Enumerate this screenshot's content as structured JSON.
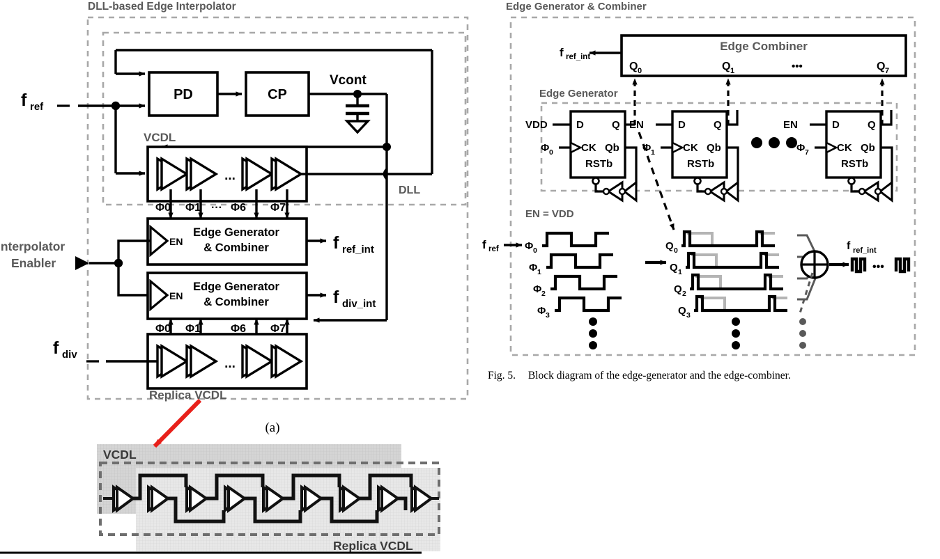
{
  "figure": {
    "caption_number": "Fig. 5.",
    "caption_text": "Block diagram of the edge-generator and the edge-combiner.",
    "subfigure_label": "(a)"
  },
  "left_panel": {
    "outer_box_label": "DLL-based Edge Interpolator",
    "inner_box_label": "DLL",
    "blocks": {
      "pd": "PD",
      "cp": "CP",
      "vcont": "Vcont",
      "vcdl": "VCDL",
      "replica_vcdl": "Replica VCDL",
      "edge_gen_top": "Edge Generator\n& Combiner",
      "edge_gen_top_line1": "Edge Generator",
      "edge_gen_top_line2": "& Combiner",
      "edge_gen_bot_line1": "Edge Generator",
      "edge_gen_bot_line2": "& Combiner",
      "en_top": "EN",
      "en_bot": "EN"
    },
    "signals": {
      "f_ref": "f",
      "f_ref_sub": "ref",
      "f_div": "f",
      "f_div_sub": "div",
      "f_ref_int": "f",
      "f_ref_int_sub": "ref_int",
      "f_div_int": "f",
      "f_div_int_sub": "div_int",
      "enabler_line1": "Interpolator",
      "enabler_line2": "Enabler"
    },
    "phase_taps_top": [
      "Φ0",
      "Φ1",
      "···",
      "Φ6",
      "Φ7"
    ],
    "phase_taps_bottom": [
      "Φ0",
      "Φ1",
      "···",
      "Φ6",
      "Φ7"
    ],
    "ellipsis": "..."
  },
  "layout_photo": {
    "label_vcdl": "VCDL",
    "label_replica": "Replica VCDL",
    "arrow_color": "#e8201a",
    "num_inverters": 9
  },
  "right_panel": {
    "outer_box_label": "Edge Generator & Combiner",
    "inner_box_label": "Edge Generator",
    "combiner_title": "Edge Combiner",
    "combiner_outputs": [
      "Q",
      "Q",
      "Q"
    ],
    "combiner_output_labels": [
      {
        "base": "Q",
        "sub": "0"
      },
      {
        "base": "Q",
        "sub": "1"
      },
      {
        "base": "Q",
        "sub": "7"
      }
    ],
    "combiner_ellipsis": "•••",
    "f_ref_int": "f",
    "f_ref_int_sub": "ref_int",
    "flipflops": [
      {
        "d_input": "VDD",
        "clk": "Φ",
        "clk_sub": "0",
        "pins": [
          "D",
          "Q",
          "CK",
          "Qb",
          "RSTb"
        ]
      },
      {
        "d_input": "EN",
        "clk": "Φ",
        "clk_sub": "1",
        "pins": [
          "D",
          "Q",
          "CK",
          "Qb",
          "RSTb"
        ]
      },
      {
        "d_input": "EN",
        "clk": "Φ",
        "clk_sub": "7",
        "pins": [
          "D",
          "Q",
          "CK",
          "Qb",
          "RSTb"
        ]
      }
    ],
    "ff_ellipsis": "•••",
    "timing": {
      "en_note": "EN = VDD",
      "f_ref": "f",
      "f_ref_sub": "ref",
      "phi_labels": [
        {
          "base": "Φ",
          "sub": "0"
        },
        {
          "base": "Φ",
          "sub": "1"
        },
        {
          "base": "Φ",
          "sub": "2"
        },
        {
          "base": "Φ",
          "sub": "3"
        }
      ],
      "q_labels": [
        {
          "base": "Q",
          "sub": "0"
        },
        {
          "base": "Q",
          "sub": "1"
        },
        {
          "base": "Q",
          "sub": "2"
        },
        {
          "base": "Q",
          "sub": "3"
        }
      ],
      "out_label": "f",
      "out_label_sub": "ref_int",
      "out_ellipsis": "•••",
      "xor_symbol": "⊕",
      "vdots": "⋮"
    }
  },
  "colors": {
    "dash_gray": "#a8a8a8",
    "label_gray": "#595959",
    "black": "#000000",
    "wave_gray": "#b4b4b4",
    "photo_bg": "#e3e3e3",
    "photo_dark": "#cfcfcf"
  }
}
